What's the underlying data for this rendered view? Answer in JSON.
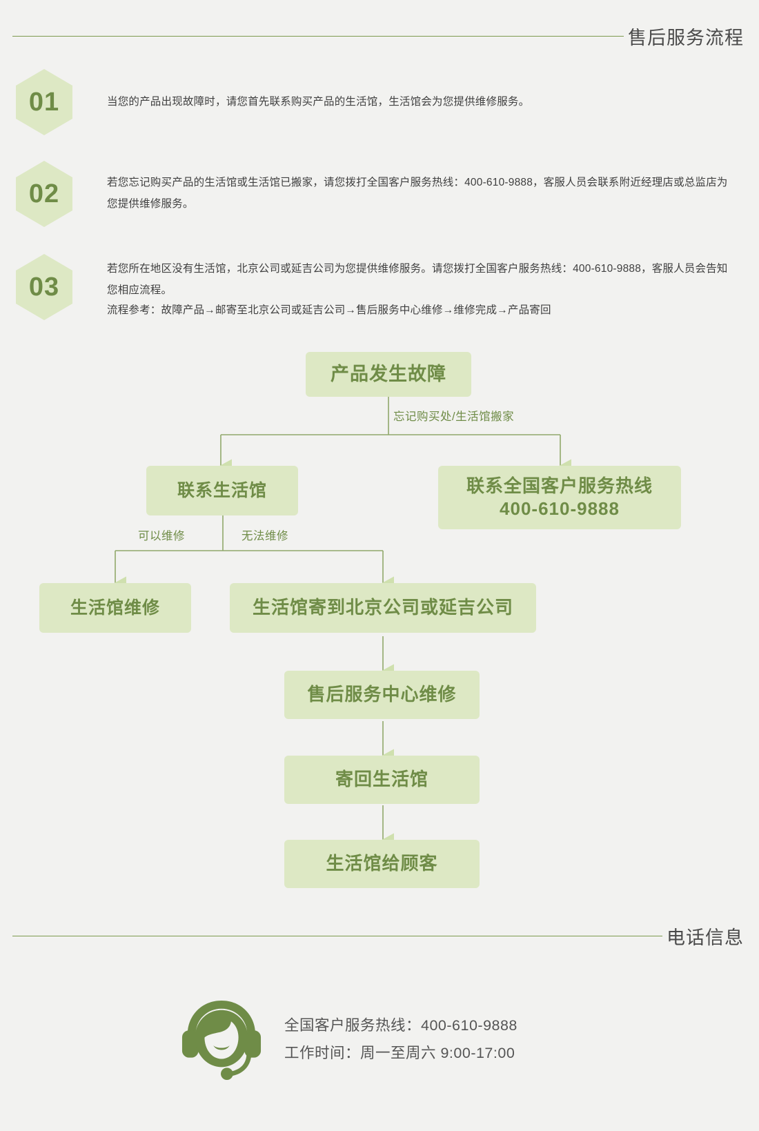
{
  "header": {
    "top_title": "售后服务流程",
    "bottom_title": "电话信息"
  },
  "steps": [
    {
      "number": "01",
      "lines": [
        "当您的产品出现故障时，请您首先联系购买产品的生活馆，生活馆会为您提供维修服务。"
      ]
    },
    {
      "number": "02",
      "lines": [
        "若您忘记购买产品的生活馆或生活馆已搬家，请您拨打全国客户服务热线：400-610-9888，客服人员会联系附近经理店或总监店为您提供维修服务。"
      ]
    },
    {
      "number": "03",
      "lines": [
        "若您所在地区没有生活馆，北京公司或延吉公司为您提供维修服务。请您拨打全国客户服务热线：400-610-9888，客服人员会告知您相应流程。"
      ],
      "reference": "流程参考：故障产品→邮寄至北京公司或延吉公司→售后服务中心维修→维修完成→产品寄回"
    }
  ],
  "flow": {
    "nodes": [
      {
        "id": "fault",
        "label": "产品发生故障"
      },
      {
        "id": "contact-store",
        "label": "联系生活馆"
      },
      {
        "id": "contact-hotline-l1",
        "label": "联系全国客户服务热线"
      },
      {
        "id": "contact-hotline-l2",
        "label": "400-610-9888"
      },
      {
        "id": "store-repair",
        "label": "生活馆维修"
      },
      {
        "id": "ship-company",
        "label": "生活馆寄到北京公司或延吉公司"
      },
      {
        "id": "service-center-repair",
        "label": "售后服务中心维修"
      },
      {
        "id": "ship-back-store",
        "label": "寄回生活馆"
      },
      {
        "id": "store-to-customer",
        "label": "生活馆给顾客"
      }
    ],
    "edge_labels": [
      {
        "id": "forgot",
        "label": "忘记购买处/生活馆搬家"
      },
      {
        "id": "repairable",
        "label": "可以维修"
      },
      {
        "id": "not-repairable",
        "label": "无法维修"
      }
    ]
  },
  "contact": {
    "hotline": "全国客户服务热线：400-610-9888",
    "hours": "工作时间：周一至周六 9:00-17:00"
  },
  "colors": {
    "background": "#f2f2f0",
    "node_fill": "#dde8c4",
    "accent_green": "#6f8c47",
    "rule_green": "#7d9a4e",
    "body_text": "#3f3f3f",
    "title_text": "#4a4a4a"
  }
}
